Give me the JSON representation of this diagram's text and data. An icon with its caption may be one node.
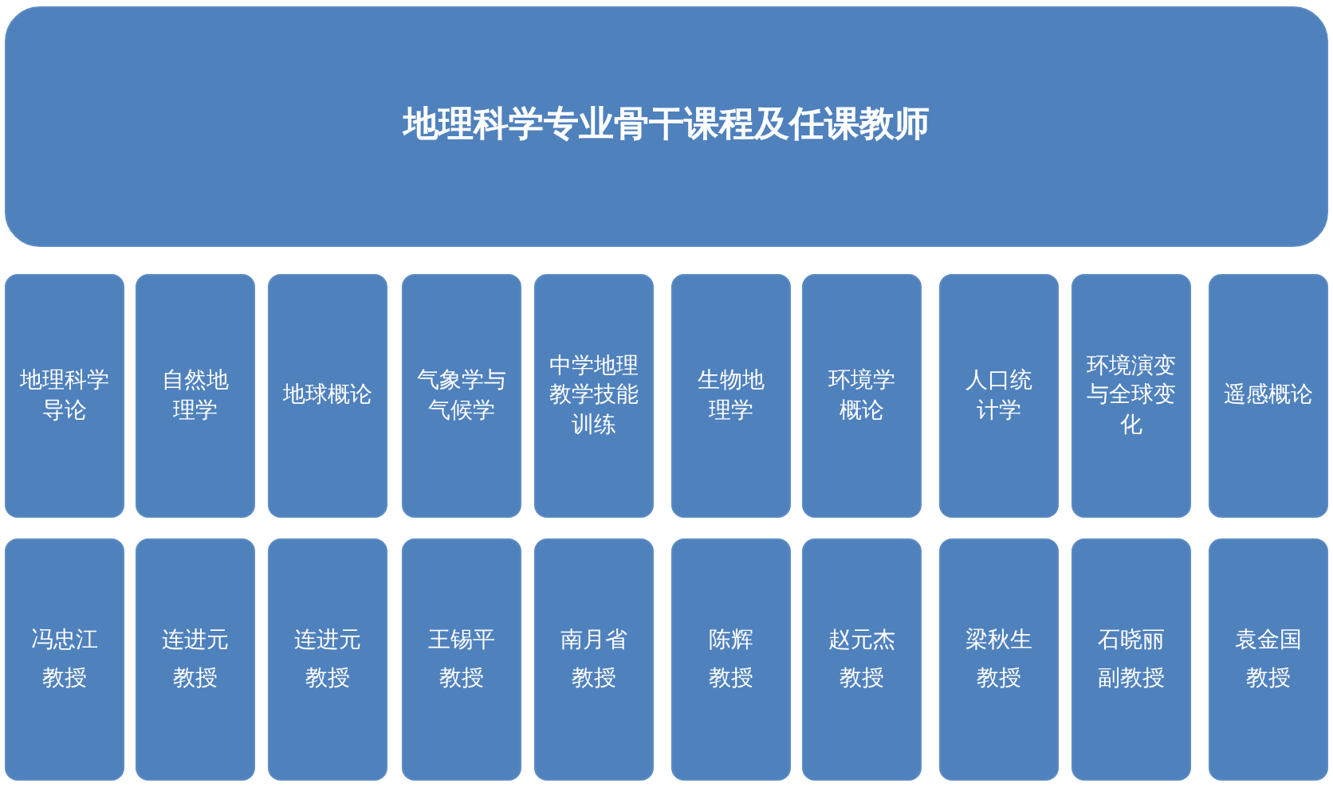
{
  "diagram": {
    "nodes": [
      {
        "text": [
          "地理科学专业骨干课程及任课教师"
        ]
      },
      {
        "text": [
          "地理科学导论"
        ]
      },
      {
        "text": [
          "自然地理学"
        ]
      },
      {
        "text": [
          "地球概论"
        ]
      },
      {
        "text": [
          "气象学与气候学"
        ]
      },
      {
        "text": [
          "中学地理教学技能训练"
        ]
      },
      {
        "text": [
          "生物地理学"
        ]
      },
      {
        "text": [
          "环境学概论"
        ]
      },
      {
        "text": [
          "人口统计学"
        ]
      },
      {
        "text": [
          "环境演变与全球变化"
        ]
      },
      {
        "text": [
          "遥感概论"
        ]
      },
      {
        "text": [
          "冯忠江",
          "教授"
        ]
      },
      {
        "text": [
          "连进元",
          "教授"
        ]
      },
      {
        "text": [
          "连进元",
          "教授"
        ]
      },
      {
        "text": [
          "王锡平",
          "教授"
        ]
      },
      {
        "text": [
          "南月省",
          "教授"
        ]
      },
      {
        "text": [
          "陈辉",
          "教授"
        ]
      },
      {
        "text": [
          "赵元杰",
          "教授"
        ]
      },
      {
        "text": [
          "梁秋生",
          "教授"
        ]
      },
      {
        "text": [
          "石晓丽",
          "副教授"
        ]
      },
      {
        "text": [
          "袁金国",
          "教授"
        ]
      }
    ]
  }
}
